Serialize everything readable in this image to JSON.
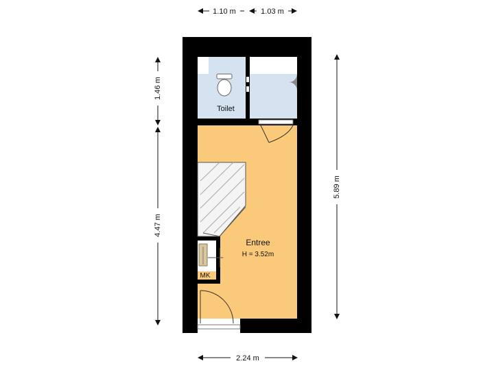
{
  "colors": {
    "wall": "#000000",
    "entree_fill": "#fbc97a",
    "wet_room_fill": "#d4e3ef",
    "stair_fill": "#f4f4f4",
    "meter_fill": "#d8c7a3",
    "dimension_line": "#111111"
  },
  "dimensions": {
    "top_left": "1.10 m",
    "top_right": "1.03 m",
    "left_upper": "1.46 m",
    "left_lower": "4.47 m",
    "right_total": "5.89 m",
    "bottom": "2.24 m"
  },
  "rooms": {
    "toilet": {
      "label": "Toilet"
    },
    "entree": {
      "label": "Entree",
      "height": "H = 3.52m"
    },
    "meter_cupboard": {
      "label": "MK"
    }
  },
  "icons": [
    "toilet-icon",
    "shower-drain-icon",
    "staircase-icon",
    "door-swing-icon"
  ]
}
